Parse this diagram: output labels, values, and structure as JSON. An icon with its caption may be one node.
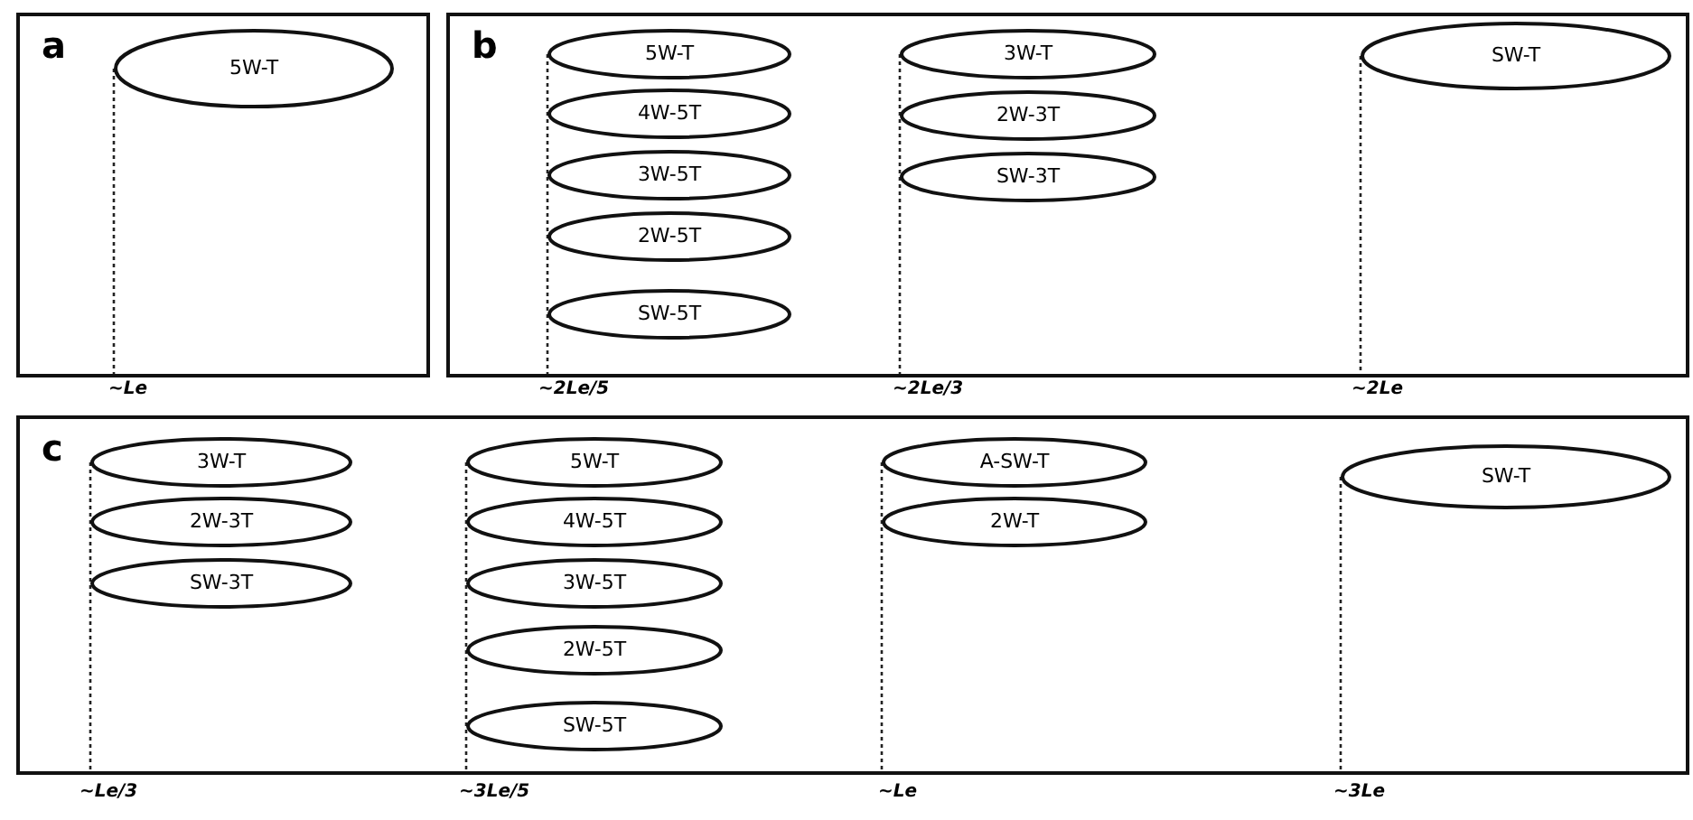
{
  "diagram": {
    "nodes": [
      {
        "text": [
          "a"
        ]
      },
      {
        "text": [
          "5W-T"
        ],
        "in": 0
      },
      {
        "text": [
          "b"
        ]
      },
      {
        "text": [
          "5W-T"
        ],
        "in": 2
      },
      {
        "text": [
          "4W-5T"
        ],
        "in": 2
      },
      {
        "text": [
          "3W-5T"
        ],
        "in": 2
      },
      {
        "text": [
          "2W-5T"
        ],
        "in": 2
      },
      {
        "text": [
          "SW-5T"
        ],
        "in": 2
      },
      {
        "text": [
          "3W-T"
        ],
        "in": 2
      },
      {
        "text": [
          "2W-3T"
        ],
        "in": 2
      },
      {
        "text": [
          "SW-3T"
        ],
        "in": 2
      },
      {
        "text": [
          "SW-T"
        ],
        "in": 2
      },
      {
        "text": [
          "c"
        ]
      },
      {
        "text": [
          "3W-T"
        ],
        "in": 12
      },
      {
        "text": [
          "2W-3T"
        ],
        "in": 12
      },
      {
        "text": [
          "SW-3T"
        ],
        "in": 12
      },
      {
        "text": [
          "5W-T"
        ],
        "in": 12
      },
      {
        "text": [
          "4W-5T"
        ],
        "in": 12
      },
      {
        "text": [
          "3W-5T"
        ],
        "in": 12
      },
      {
        "text": [
          "2W-5T"
        ],
        "in": 12
      },
      {
        "text": [
          "SW-5T"
        ],
        "in": 12
      },
      {
        "text": [
          "A-SW-T"
        ],
        "in": 12
      },
      {
        "text": [
          "2W-T"
        ],
        "in": 12
      },
      {
        "text": [
          "SW-T"
        ],
        "in": 12
      }
    ],
    "labels": [
      "~Le",
      "~2Le/5",
      "~2Le/3",
      "~2Le",
      "~Le/3",
      "~3Le/5",
      "~Le",
      "~3Le"
    ]
  }
}
